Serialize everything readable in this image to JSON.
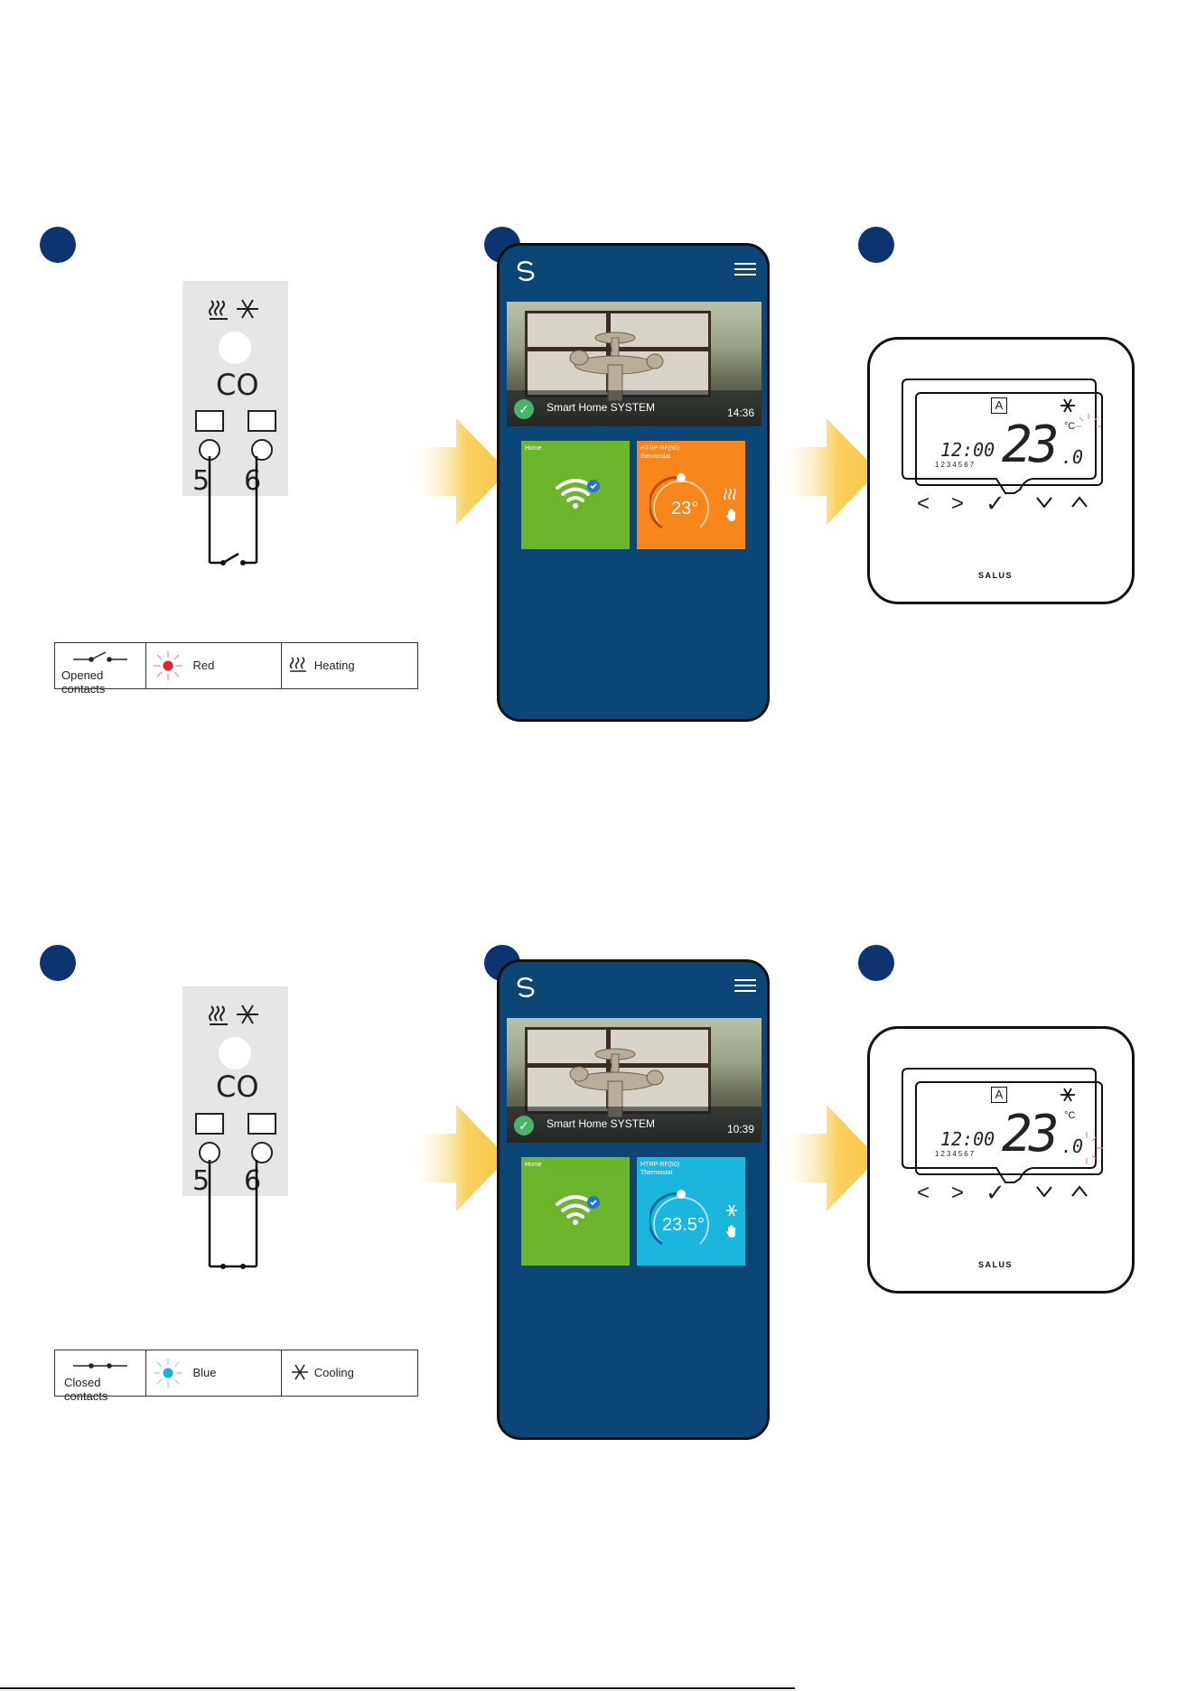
{
  "section1": {
    "co_label": "CO",
    "terminal_left": "5",
    "terminal_right": "6",
    "legend": {
      "contacts": "Opened contacts",
      "led": "Red",
      "mode": "Heating",
      "led_color": "#e8202a"
    },
    "app": {
      "system_name": "Smart Home SYSTEM",
      "time": "14:36",
      "home_label": "Home",
      "device_name": "HTRP-RF(50) thermostat",
      "temp": "23°",
      "tile_color": "#f7861c"
    },
    "thermostat": {
      "mode_letter": "A",
      "clock": "12:00",
      "days": "1234567",
      "temp_int": "23",
      "temp_dec": ".0",
      "unit": "°C",
      "brand": "SALUS"
    }
  },
  "section2": {
    "co_label": "CO",
    "terminal_left": "5",
    "terminal_right": "6",
    "legend": {
      "contacts": "Closed contacts",
      "led": "Blue",
      "mode": "Cooling",
      "led_color": "#1aaee0"
    },
    "app": {
      "system_name": "Smart Home SYSTEM",
      "time": "10:39",
      "home_label": "Home",
      "device_name": "HTRP-RF(50) Thermostat",
      "temp": "23.5°",
      "tile_color": "#1bb6dd"
    },
    "thermostat": {
      "mode_letter": "A",
      "clock": "12:00",
      "days": "1234567",
      "temp_int": "23",
      "temp_dec": ".0",
      "unit": "°C",
      "brand": "SALUS"
    }
  },
  "colors": {
    "step_dot": "#0d3470",
    "phone_bg": "#0b4676",
    "home_tile": "#6cb52d",
    "arrow": "#f7c843"
  },
  "icons": [
    "heat-icon",
    "snowflake-icon",
    "wifi-icon",
    "menu-icon",
    "salus-logo-icon",
    "gear-icon",
    "hand-icon"
  ]
}
